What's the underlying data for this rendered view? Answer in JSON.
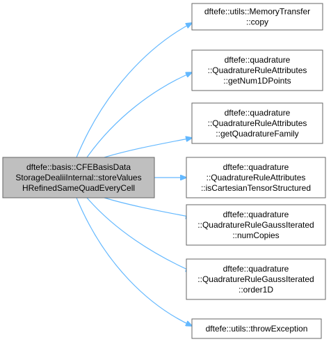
{
  "graph": {
    "root": {
      "id": "root",
      "lines": [
        "dftefe::basis::CFEBasisData",
        "StorageDealiiInternal::storeValues",
        "HRefinedSameQuadEveryCell"
      ]
    },
    "callees": [
      {
        "id": "memorytransfer-copy",
        "lines": [
          "dftefe::utils::MemoryTransfer",
          "::copy"
        ]
      },
      {
        "id": "getnum1dpoints",
        "lines": [
          "dftefe::quadrature",
          "::QuadratureRuleAttributes",
          "::getNum1DPoints"
        ]
      },
      {
        "id": "getquadraturefamily",
        "lines": [
          "dftefe::quadrature",
          "::QuadratureRuleAttributes",
          "::getQuadratureFamily"
        ]
      },
      {
        "id": "iscartesiantensorstructured",
        "lines": [
          "dftefe::quadrature",
          "::QuadratureRuleAttributes",
          "::isCartesianTensorStructured"
        ]
      },
      {
        "id": "numcopies",
        "lines": [
          "dftefe::quadrature",
          "::QuadratureRuleGaussIterated",
          "::numCopies"
        ]
      },
      {
        "id": "order1d",
        "lines": [
          "dftefe::quadrature",
          "::QuadratureRuleGaussIterated",
          "::order1D"
        ]
      },
      {
        "id": "throwexception",
        "lines": [
          "dftefe::utils::throwException"
        ]
      }
    ],
    "colors": {
      "edge": "#63b8ff",
      "root_fill": "#bfbfbf",
      "node_fill": "#ffffff",
      "border": "#666666"
    }
  }
}
